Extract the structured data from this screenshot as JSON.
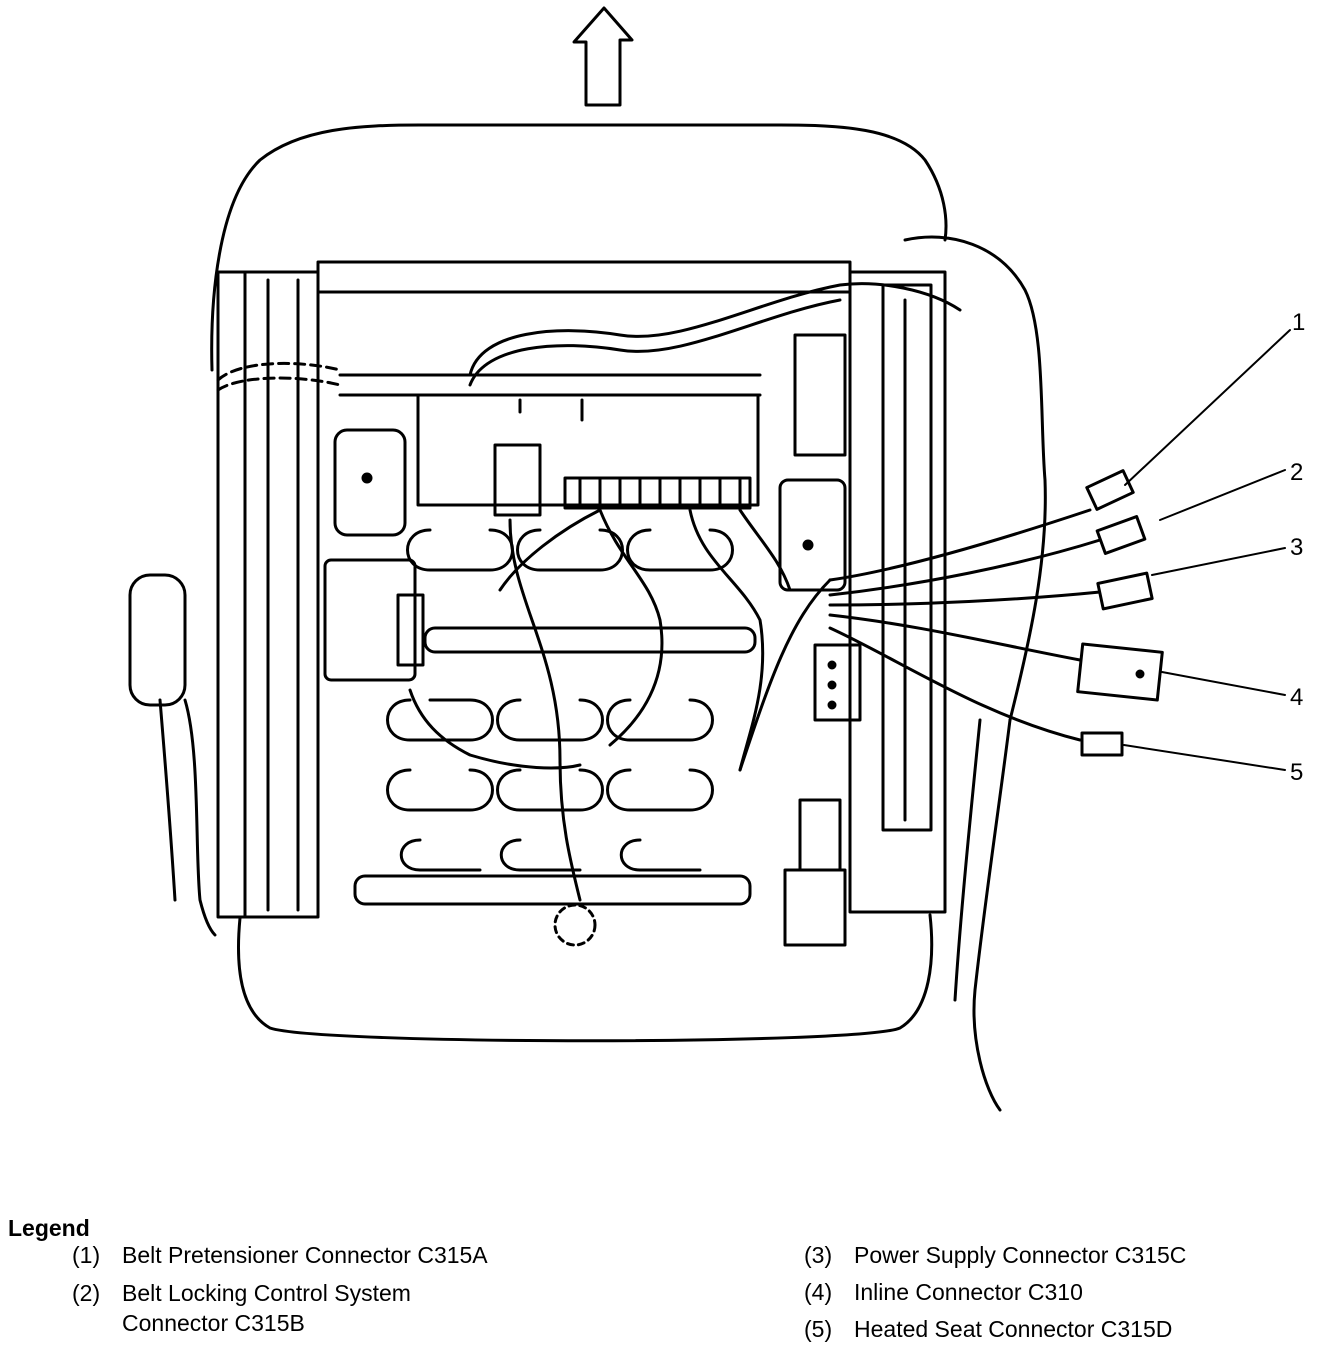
{
  "callouts": [
    {
      "number": "1"
    },
    {
      "number": "2"
    },
    {
      "number": "3"
    },
    {
      "number": "4"
    },
    {
      "number": "5"
    }
  ],
  "legend": {
    "title": "Legend",
    "items": [
      {
        "num": "(1)",
        "text": "Belt Pretensioner Connector C315A"
      },
      {
        "num": "(2)",
        "text_line1": "Belt Locking Control System",
        "text_line2": "Connector C315B"
      },
      {
        "num": "(3)",
        "text": "Power Supply Connector C315C"
      },
      {
        "num": "(4)",
        "text": "Inline Connector C310"
      },
      {
        "num": "(5)",
        "text": "Heated Seat Connector C315D"
      }
    ]
  }
}
